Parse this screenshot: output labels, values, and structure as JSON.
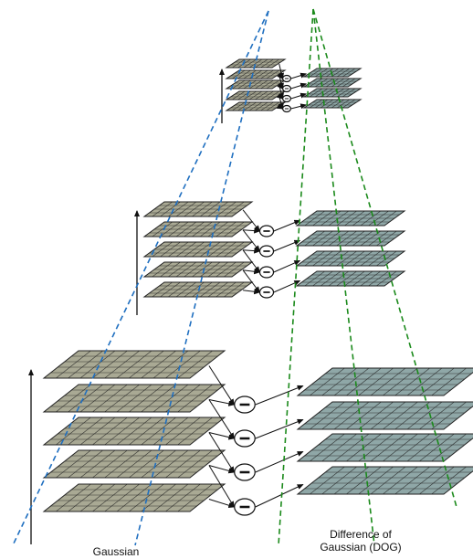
{
  "labels": {
    "gaussian": "Gaussian",
    "dog_line1": "Difference of",
    "dog_line2": "Gaussian (DOG)"
  },
  "operator_symbol": "−",
  "colors": {
    "gaussian_layer": "#a9a994",
    "dog_layer": "#8fa7a7",
    "grid_line": "#222222",
    "blue_cone": "#1f6fc0",
    "green_cone": "#1b8a1b"
  },
  "octaves": [
    {
      "gaussian_layers": 5,
      "dog_layers": 4
    },
    {
      "gaussian_layers": 5,
      "dog_layers": 4
    },
    {
      "gaussian_layers": 5,
      "dog_layers": 4
    }
  ]
}
